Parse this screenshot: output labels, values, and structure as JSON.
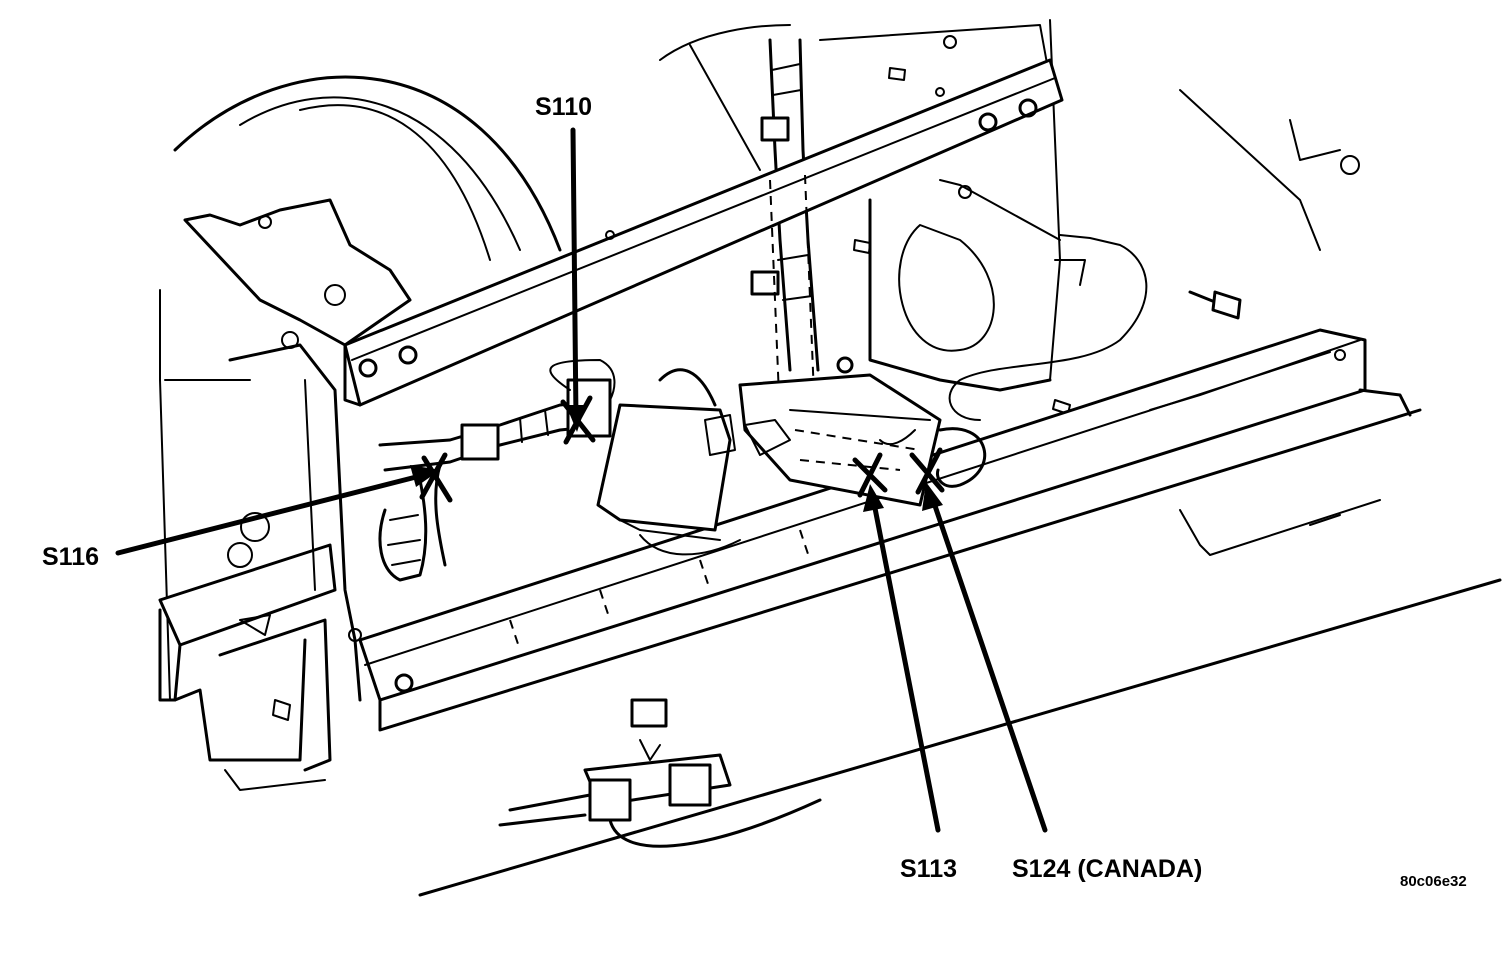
{
  "callouts": {
    "s110": "S110",
    "s116": "S116",
    "s113": "S113",
    "s124": "S124 (CANADA)"
  },
  "figure_code": "80c06e32"
}
